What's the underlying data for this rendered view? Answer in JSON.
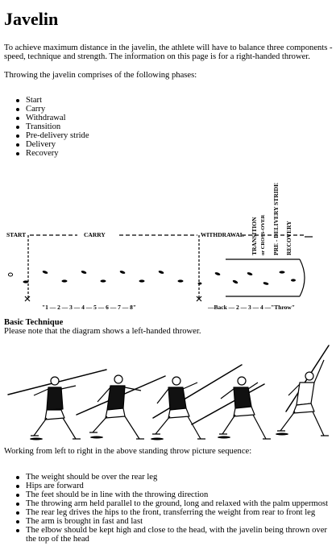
{
  "title": "Javelin",
  "intro": "To achieve maximum distance in the javelin, the athlete will have to balance three components - speed, technique and strength. The information on this page is for a right-handed thrower.",
  "phases_intro": "Throwing the javelin comprises of the following phases:",
  "phases": [
    "Start",
    "Carry",
    "Withdrawal",
    "Transition",
    "Pre-delivery stride",
    "Delivery",
    "Recovery"
  ],
  "diagram": {
    "start": "START",
    "carry": "CARRY",
    "withdrawal": "WITHDRAWAL",
    "transition": "TRANSITION",
    "crossover": "or CROSS-OVER",
    "predelivery": "PRE - DELIVERY STRIDE",
    "recovery": "RECOVERY",
    "steps": "\"1 — 2 — 3 — 4 — 5 — 6 — 7 — 8\"",
    "back_steps": "—Back — 2 — 3 — 4 —\"Throw\""
  },
  "basic_technique": {
    "heading": "Basic Technique",
    "note": "Please note that the diagram shows a left-handed thrower."
  },
  "sequence_intro": "Working from left to right in the above standing throw picture sequence:",
  "tips": [
    "The weight should be over the rear leg",
    "Hips are forward",
    "The feet should be in line with the throwing direction",
    "The throwing arm held parallel to the ground, long and relaxed with the palm uppermost",
    "The rear leg drives the hips to the front, transferring the weight from rear to front leg",
    "The arm is brought in fast and last",
    "The elbow should be kept high and close to the head, with the javelin being thrown over the top of the head"
  ]
}
